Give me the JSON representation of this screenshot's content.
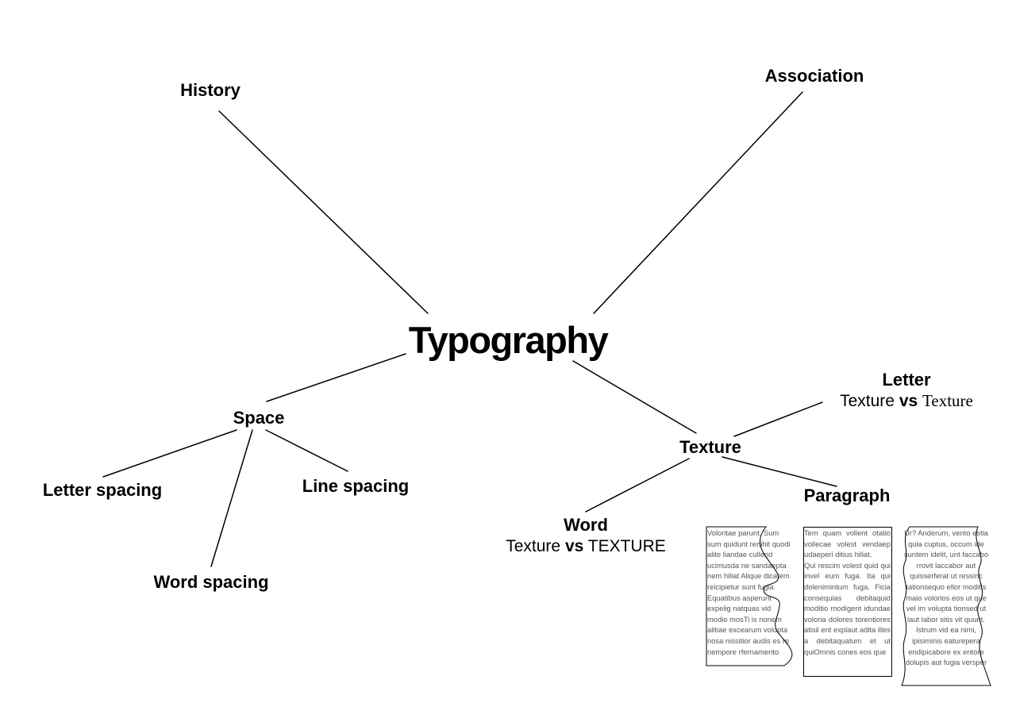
{
  "diagram": {
    "title": "Typography",
    "nodes": {
      "history": "History",
      "association": "Association",
      "space": "Space",
      "letter_spacing": "Letter spacing",
      "line_spacing": "Line spacing",
      "word_spacing": "Word spacing",
      "texture": "Texture",
      "letter": "Letter",
      "word": "Word",
      "paragraph": "Paragraph"
    },
    "letter_example": {
      "left": "Texture",
      "vs": "vs",
      "right": "Texture"
    },
    "word_example": {
      "left": "Texture",
      "vs": "vs",
      "right": "TEXTURE"
    },
    "paragraph_samples": {
      "ragged": "Voloritae parunt. Sum sum quidunt renihit quodi alite liandae cullend ucimusda ne sandaepta nem hiliat Alique dicatem reicipietur sunt fugia Equatibus asperunt expelig natquas vid modio mosTi is nonem alitiae excearum volupta nosa nissitior audis es re nempore rfernamento",
      "justified_1": "Tem quam vollent otatio vollecae volest vendaep udaeperi ditius hiliat.",
      "justified_2": "Qui rescim volest quid qui invel eum fuga. Ita qui dolenimintum fuga. Ficia consequias debitaquid moditio modigent idundae voloria dolores torentiores atisil ent explaut adita illes a debitaquatum et ut quiOmnis cones eos que",
      "centered": "Ur? Anderum, vento estia quia cuptus, occum ide suntem idelit, unt faccabo rrovit laccabor aut quisserferat ut ressinc tationsequo ellor moditis maio volorios eos ut que vel im volupta tionsed ut laut labor sitis vit quunt. Istrum vid ea nimi, ipisiminis eaturepera endipicabore ex entore dolupis aut fugia versper"
    }
  }
}
